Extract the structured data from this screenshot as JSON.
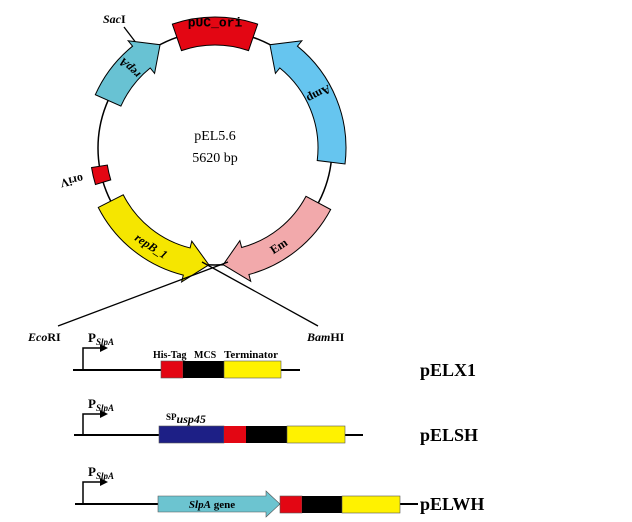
{
  "plasmid": {
    "name": "pEL5.6",
    "size": "5620 bp",
    "features": [
      {
        "id": "pUC_ori",
        "label": "pUC_ori",
        "color": "#e30613",
        "type": "box"
      },
      {
        "id": "amp",
        "label": "Amp",
        "color": "#66c5ef",
        "type": "arrow"
      },
      {
        "id": "em",
        "label": "Em",
        "color": "#f2a9ab",
        "type": "arrow"
      },
      {
        "id": "repB",
        "label": "repB_1",
        "color": "#f5e600",
        "type": "arrow"
      },
      {
        "id": "oriV",
        "label": "oriV",
        "color": "#e30613",
        "type": "box"
      },
      {
        "id": "repA",
        "label": "repA",
        "color": "#68c2d3",
        "type": "arrow"
      }
    ],
    "sites": {
      "sacI": {
        "italic": "Sac",
        "plain": "I"
      },
      "ecoRI": {
        "italic": "Eco",
        "plain": "RI"
      },
      "bamHI": {
        "italic": "Bam",
        "plain": "HI"
      }
    }
  },
  "constructs": [
    {
      "name": "pELX1",
      "promoter": "P",
      "promoter_sub": "SlpA",
      "labels": {
        "his": "His-Tag",
        "mcs": "MCS",
        "term": "Terminator"
      }
    },
    {
      "name": "pELSH",
      "promoter": "P",
      "promoter_sub": "SlpA",
      "sp": "SP",
      "sp_sub": "usp45"
    },
    {
      "name": "pELWH",
      "promoter": "P",
      "promoter_sub": "SlpA",
      "gene_italic": "SlpA",
      "gene_plain": " gene"
    }
  ],
  "colors": {
    "his": "#e30613",
    "mcs": "#000000",
    "term": "#fff200",
    "sp": "#1d1f86",
    "gene": "#6cc4d0"
  }
}
